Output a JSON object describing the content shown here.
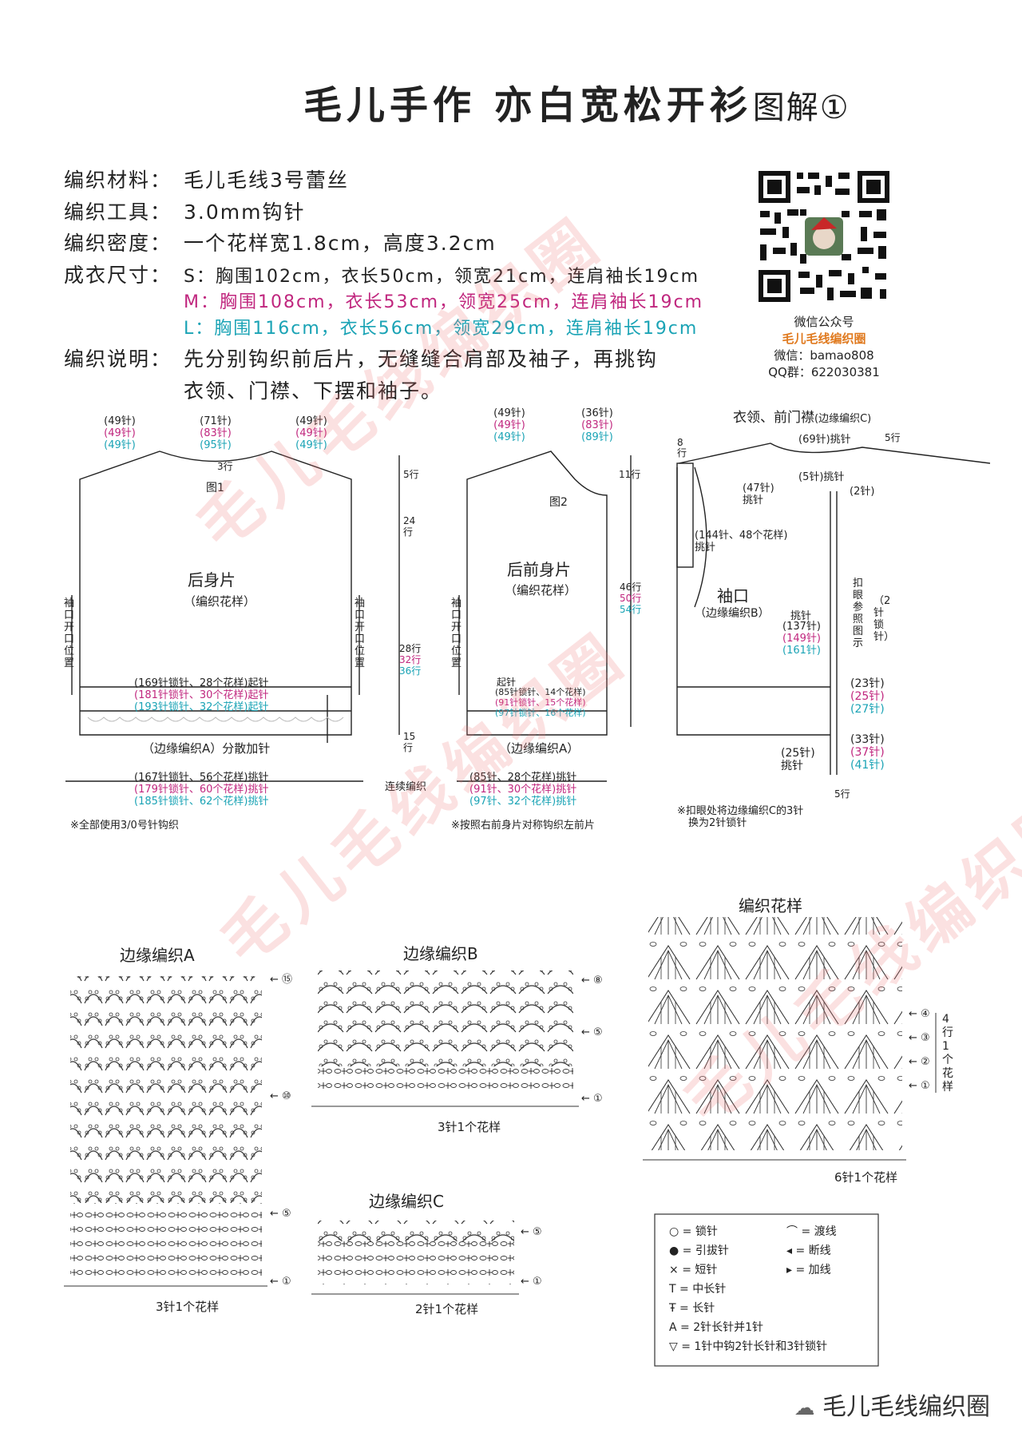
{
  "title": {
    "main": "毛儿手作 亦白宽松开衫",
    "suffix": "图解①"
  },
  "info": {
    "material": {
      "label": "编织材料：",
      "value": "毛儿毛线3号蕾丝"
    },
    "tool": {
      "label": "编织工具：",
      "value": "3.0mm钩针"
    },
    "gauge": {
      "label": "编织密度：",
      "value": "一个花样宽1.8cm，高度3.2cm"
    },
    "size": {
      "label": "成衣尺寸：",
      "s": "S：胸围102cm，衣长50cm，领宽21cm，连肩袖长19cm",
      "m": "M：胸围108cm，衣长53cm，领宽25cm，连肩袖长19cm",
      "l": "L：胸围116cm，衣长56cm，领宽29cm，连肩袖长19cm"
    },
    "notes": {
      "label": "编织说明：",
      "line1": "先分别钩织前后片，无缝缝合肩部及袖子，再挑钩",
      "line2": "衣领、门襟、下摆和袖子。"
    }
  },
  "qr": {
    "caption1": "微信公众号",
    "brand": "毛儿毛线编织圈",
    "wechat": "微信：bamao808",
    "qq": "QQ群：622030381"
  },
  "colors": {
    "s": "#222222",
    "m": "#c0267e",
    "l": "#1aa3b5",
    "watermark": "#eb7878"
  },
  "back": {
    "top_left": [
      "(49针)",
      "(49针)",
      "(49针)"
    ],
    "neck": [
      "(71针)",
      "(83针)",
      "(95针)"
    ],
    "top_right": [
      "(49针)",
      "(49针)",
      "(49针)"
    ],
    "neck_rows": "3行",
    "fig": "图1",
    "name": "后身片",
    "sub": "（编织花样）",
    "armhole": "袖口开口位置",
    "rows_top": "5行",
    "rows_mid": "24行",
    "rows_body": [
      "28行",
      "32行",
      "36行"
    ],
    "rows_rib": "15行",
    "chain": [
      "(169针锁针、28个花样)起针",
      "(181针锁针、30个花样)起针",
      "(193针锁针、32个花样)起针"
    ],
    "edge": "（边缘编织A）分散加针",
    "pick": [
      "(167针锁针、56个花样)挑针",
      "(179针锁针、60个花样)挑针",
      "(185针锁针、62个花样)挑针"
    ],
    "note": "※全部使用3/0号针钩织"
  },
  "front": {
    "top_left": [
      "(49针)",
      "(49针)",
      "(49针)"
    ],
    "top_right": [
      "(36针)",
      "(83针)",
      "(89针)"
    ],
    "fig": "图2",
    "name": "后前身片",
    "sub": "（编织花样）",
    "armhole": "袖口开口位置",
    "rows_top": "11行",
    "rows_total": [
      "46行",
      "50行",
      "54行"
    ],
    "start": "起针",
    "chain": [
      "(85针锁针、14个花样)",
      "(91针锁针、15个花样)",
      "(97针锁针、16个花样)"
    ],
    "edge": "（边缘编织A）",
    "pick": [
      "(85针、28个花样)挑针",
      "(91针、30个花样)挑针",
      "(97针、32个花样)挑针"
    ],
    "continuous": "连续编织",
    "note": "※按照右前身片对称钩织左前片"
  },
  "collar": {
    "title": "衣领、前门襟",
    "title_sub": "(边缘编织C)",
    "neck_pick": "(69针)挑针",
    "rows_5a": "5行",
    "rows_8": "8行",
    "pick5": "(5针)挑针",
    "two": "(2针)",
    "pick47": "(47针)",
    "pick47b": "挑针",
    "sleeve_pick": "(144针、48个花样)",
    "sleeve_pick2": "挑针",
    "cuff": "袖口",
    "cuff_sub": "（边缘编织B）",
    "buttonhole": "扣眼参照图示",
    "buttonhole2": "（2针锁针）",
    "front_pick": "挑针",
    "front_counts": [
      "(137针)",
      "(149针)",
      "(161针)"
    ],
    "c23": [
      "(23针)",
      "(25针)",
      "(27针)"
    ],
    "c33": [
      "(33针)",
      "(37针)",
      "(41针)"
    ],
    "c25": "(25针)",
    "c25b": "挑针",
    "rows_5b": "5行",
    "note1": "※扣眼处将边缘编织C的3针",
    "note2": "换为2针锁针"
  },
  "charts": {
    "a": {
      "title": "边缘编织A",
      "repeat": "3针1个花样",
      "rows": [
        "15",
        "10",
        "5",
        "1"
      ]
    },
    "b": {
      "title": "边缘编织B",
      "repeat": "3针1个花样",
      "rows": [
        "8",
        "5",
        "1"
      ]
    },
    "c": {
      "title": "边缘编织C",
      "repeat": "2针1个花样",
      "rows": [
        "5",
        "1"
      ]
    },
    "main": {
      "title": "编织花样",
      "repeat": "6针1个花样",
      "rows": [
        "4",
        "3",
        "2",
        "1"
      ],
      "side": "4行1个花样"
    }
  },
  "legend": {
    "items": [
      {
        "sym": "○",
        "label": "= 锁针"
      },
      {
        "sym": "●",
        "label": "= 引拔针"
      },
      {
        "sym": "×",
        "label": "= 短针"
      },
      {
        "sym": "T",
        "label": "= 中长针"
      },
      {
        "sym": "Ŧ",
        "label": "= 长针"
      },
      {
        "sym": "A",
        "label": "= 2针长针并1针"
      },
      {
        "sym": "▽",
        "label": "= 1针中钩2针长针和3针锁针"
      }
    ],
    "right": [
      {
        "sym": "⌒",
        "label": "= 渡线"
      },
      {
        "sym": "◂",
        "label": "= 断线"
      },
      {
        "sym": "▸",
        "label": "= 加线"
      }
    ]
  },
  "watermarks": [
    "毛儿毛线编织圈",
    "毛儿毛线编织圈",
    "毛儿毛线编织圈"
  ],
  "footer": "毛儿毛线编织圈"
}
